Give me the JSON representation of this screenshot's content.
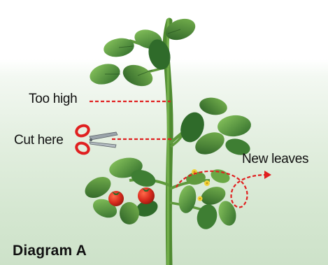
{
  "labels": {
    "too_high": "Too high",
    "cut_here": "Cut here",
    "new_leaves": "New leaves"
  },
  "caption": "Diagram A",
  "colors": {
    "marker_line": "#e02020",
    "stem": "#5f9a3c",
    "leaf_dark": "#2f6b2a",
    "leaf_light": "#7fbf55",
    "tomato": "#d92b1e",
    "flower": "#f2d23a",
    "scissors_handle": "#e02020",
    "scissors_blade": "#9aa3aa"
  },
  "icons": [
    "scissors-icon",
    "tomato-fruit",
    "yellow-flower"
  ]
}
